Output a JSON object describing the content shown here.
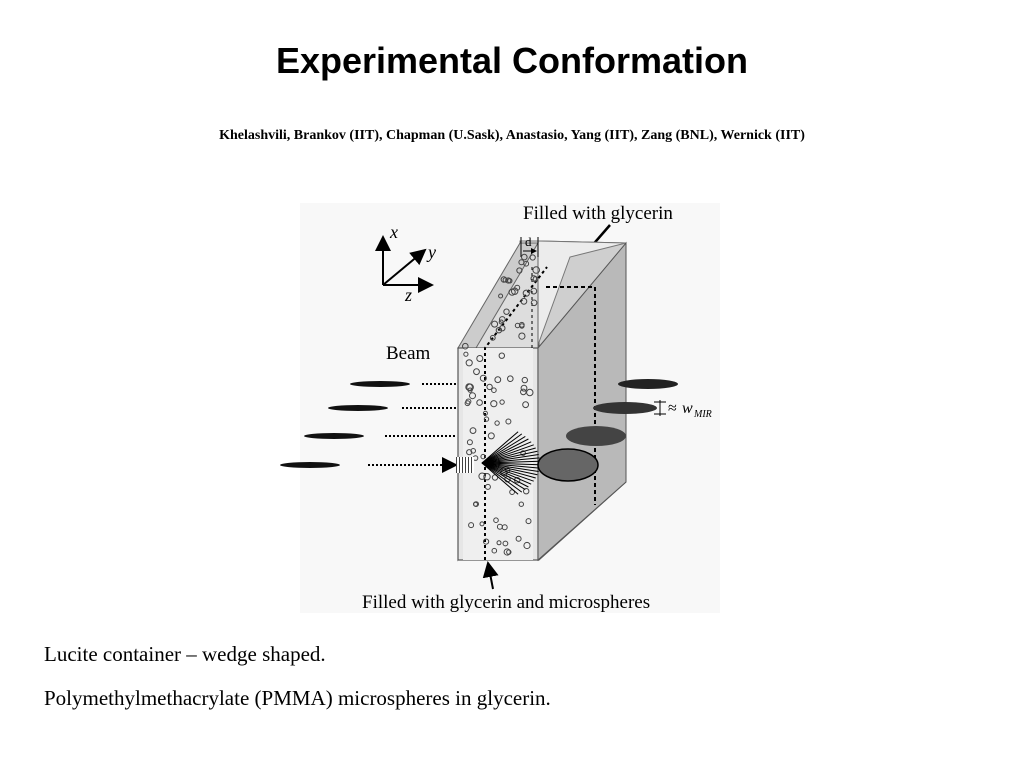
{
  "slide": {
    "title": "Experimental Conformation",
    "authors": "Khelashvili, Brankov (IIT), Chapman (U.Sask), Anastasio, Yang (IIT), Zang (BNL), Wernick (IIT)"
  },
  "figure": {
    "label_filled_glycerin": "Filled with glycerin",
    "label_filled_microspheres": "Filled with glycerin and microspheres",
    "label_beam": "Beam",
    "label_d": "d",
    "axis_x": "x",
    "axis_y": "y",
    "axis_z": "z",
    "label_approx": "≈",
    "label_w": "w",
    "label_w_sub": "MIR"
  },
  "captions": [
    "Lucite container – wedge shaped.",
    "Polymethylmethacrylate (PMMA) microspheres in glycerin."
  ]
}
